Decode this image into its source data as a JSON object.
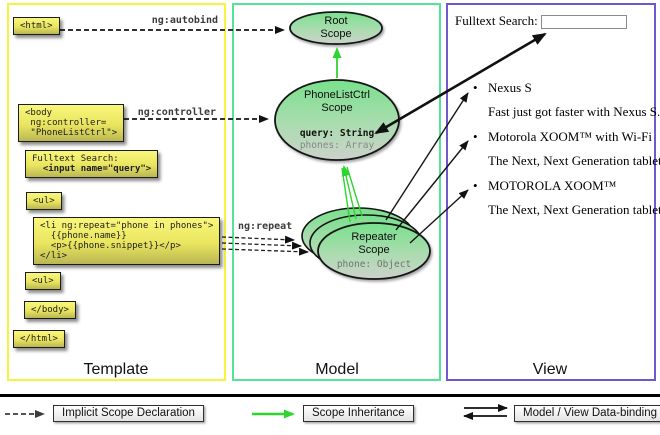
{
  "columns": {
    "template": {
      "label": "Template"
    },
    "model": {
      "label": "Model"
    },
    "view": {
      "label": "View"
    }
  },
  "template": {
    "boxes": {
      "html_open": "<html>",
      "body_open": "<body\n ng:controller=\n \"PhoneListCtrl\">",
      "fulltext_label": "Fulltext Search:",
      "fulltext_input": "  <input name=\"query\">",
      "ul_open": "<ul>",
      "li_repeat": "<li ng:repeat=\"phone in phones\">\n  {{phone.name}}\n  <p>{{phone.snippet}}</p>\n</li>",
      "ul_close": "<ul>",
      "body_close": "</body>",
      "html_close": "</html>"
    },
    "labels": {
      "autobind": "ng:autobind",
      "controller": "ng:controller",
      "repeat": "ng:repeat"
    }
  },
  "model": {
    "root_scope": {
      "title": "Root\nScope"
    },
    "phonelist_scope": {
      "title": "PhoneListCtrl\nScope",
      "prop_query": "query: String",
      "prop_phones": "phones: Array"
    },
    "repeater_scope": {
      "title": "Repeater\nScope",
      "prop_phone": "phone: Object"
    }
  },
  "view": {
    "search_label": "Fulltext Search:",
    "search_value": "",
    "items": [
      {
        "name": "Nexus S",
        "desc": "Fast just got faster with Nexus S."
      },
      {
        "name": "Motorola XOOM™ with Wi-Fi",
        "desc": "The Next, Next Generation tablet."
      },
      {
        "name": "MOTOROLA XOOM™",
        "desc": "The Next, Next Generation tablet."
      }
    ]
  },
  "legend": {
    "implicit": "Implicit Scope Declaration",
    "inheritance": "Scope Inheritance",
    "databinding": "Model / View Data-binding"
  },
  "colors": {
    "template_border": "#f5f53d",
    "model_border": "#53e49a",
    "view_border": "#6e5ace",
    "code_box_top": "#f9f77c",
    "code_box_bottom": "#b9b754",
    "scope_fill_top": "#79e08c",
    "scope_fill_bottom": "#ccd2ca",
    "inheritance_green": "#2fd52f"
  }
}
